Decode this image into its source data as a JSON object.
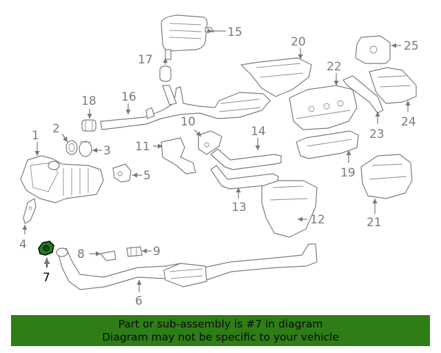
{
  "diagram": {
    "callouts": [
      "1",
      "2",
      "3",
      "4",
      "5",
      "6",
      "7",
      "8",
      "9",
      "10",
      "11",
      "12",
      "13",
      "14",
      "15",
      "16",
      "17",
      "18",
      "19",
      "20",
      "21",
      "22",
      "23",
      "24",
      "25"
    ],
    "highlighted_part": "7",
    "highlight_color": "#1e7d1e"
  },
  "banner": {
    "line1": "Part or sub-assembly is #7 in diagram",
    "line2": "Diagram may not be specific to your vehicle",
    "background": "#2e7d16"
  }
}
